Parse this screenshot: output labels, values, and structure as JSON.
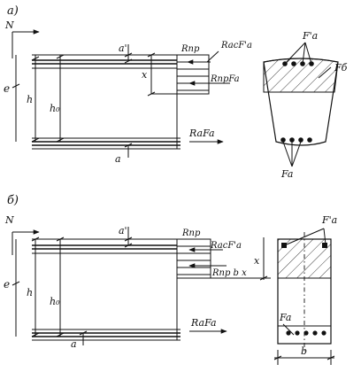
{
  "panel_a": {
    "tag": "а)",
    "N": "N",
    "e": "e",
    "h": "h",
    "h0": "h₀",
    "a_top": "a'",
    "a_bot": "a",
    "x": "x",
    "Rnp_top": "Rпр",
    "RacFa": "RacF'a",
    "RnpFa": "RпрFa",
    "RaFa": "RaFa",
    "Fa_prime": "F'a",
    "Fb": "Fб",
    "Fa": "Fa"
  },
  "panel_b": {
    "tag": "б)",
    "N": "N",
    "e": "e",
    "h": "h",
    "h0": "h₀",
    "a_top": "a'",
    "a_bot": "a",
    "x": "x",
    "Rnp_top": "Rпр",
    "RacFa": "RacF'a",
    "Rnpbx": "Rпр b x",
    "RaFa": "RaFa",
    "Fa_prime": "F'a",
    "Fa": "Fa",
    "b": "b"
  },
  "colors": {
    "ink": "#111111",
    "paper": "#ffffff"
  }
}
